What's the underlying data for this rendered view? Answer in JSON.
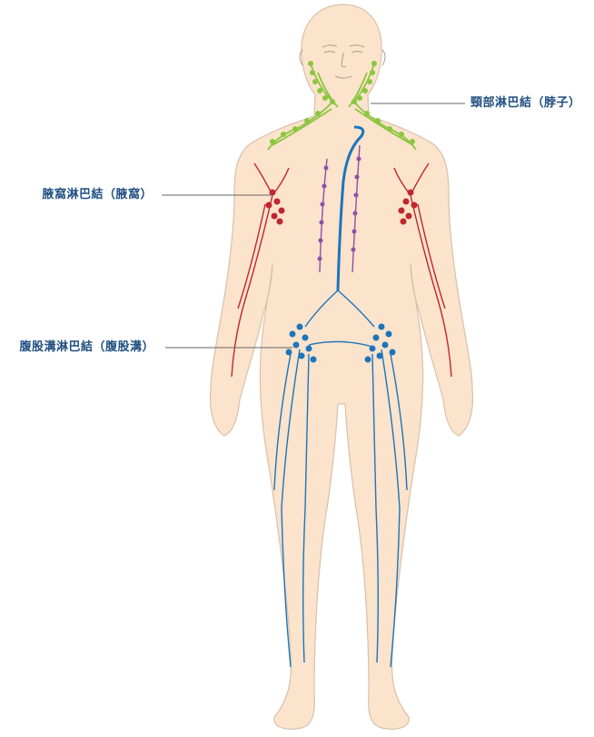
{
  "labels": {
    "neck": "頸部淋巴結（脖子）",
    "axilla": "腋窩淋巴結（腋窩）",
    "groin": "腹股溝淋巴結（腹股溝）"
  },
  "colors": {
    "skin": "#fbe3cc",
    "skin_outline": "#d8c0ab",
    "label_text": "#1f4f80",
    "leader_line": "#666666",
    "cervical_nodes": "#8cc63f",
    "axillary_nodes": "#c0272d",
    "inguinal_nodes": "#1b75bc",
    "thoracic_duct": "#1b75bc",
    "chest_vessels": "#8e4fa5"
  }
}
